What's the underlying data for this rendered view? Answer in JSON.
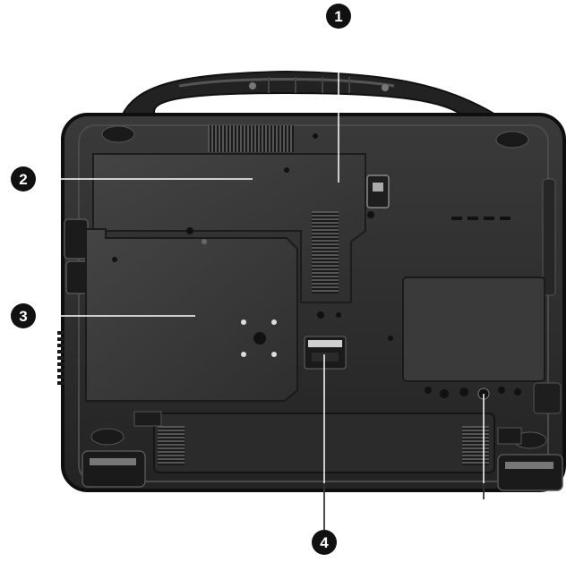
{
  "callouts": [
    {
      "label": "1"
    },
    {
      "label": "2"
    },
    {
      "label": "3"
    },
    {
      "label": "4"
    }
  ],
  "colors": {
    "body": "#2c2c2c",
    "panel": "#3a3a3a",
    "outline": "#111111",
    "callout_fill": "#111111",
    "leader": "#ffffff"
  }
}
